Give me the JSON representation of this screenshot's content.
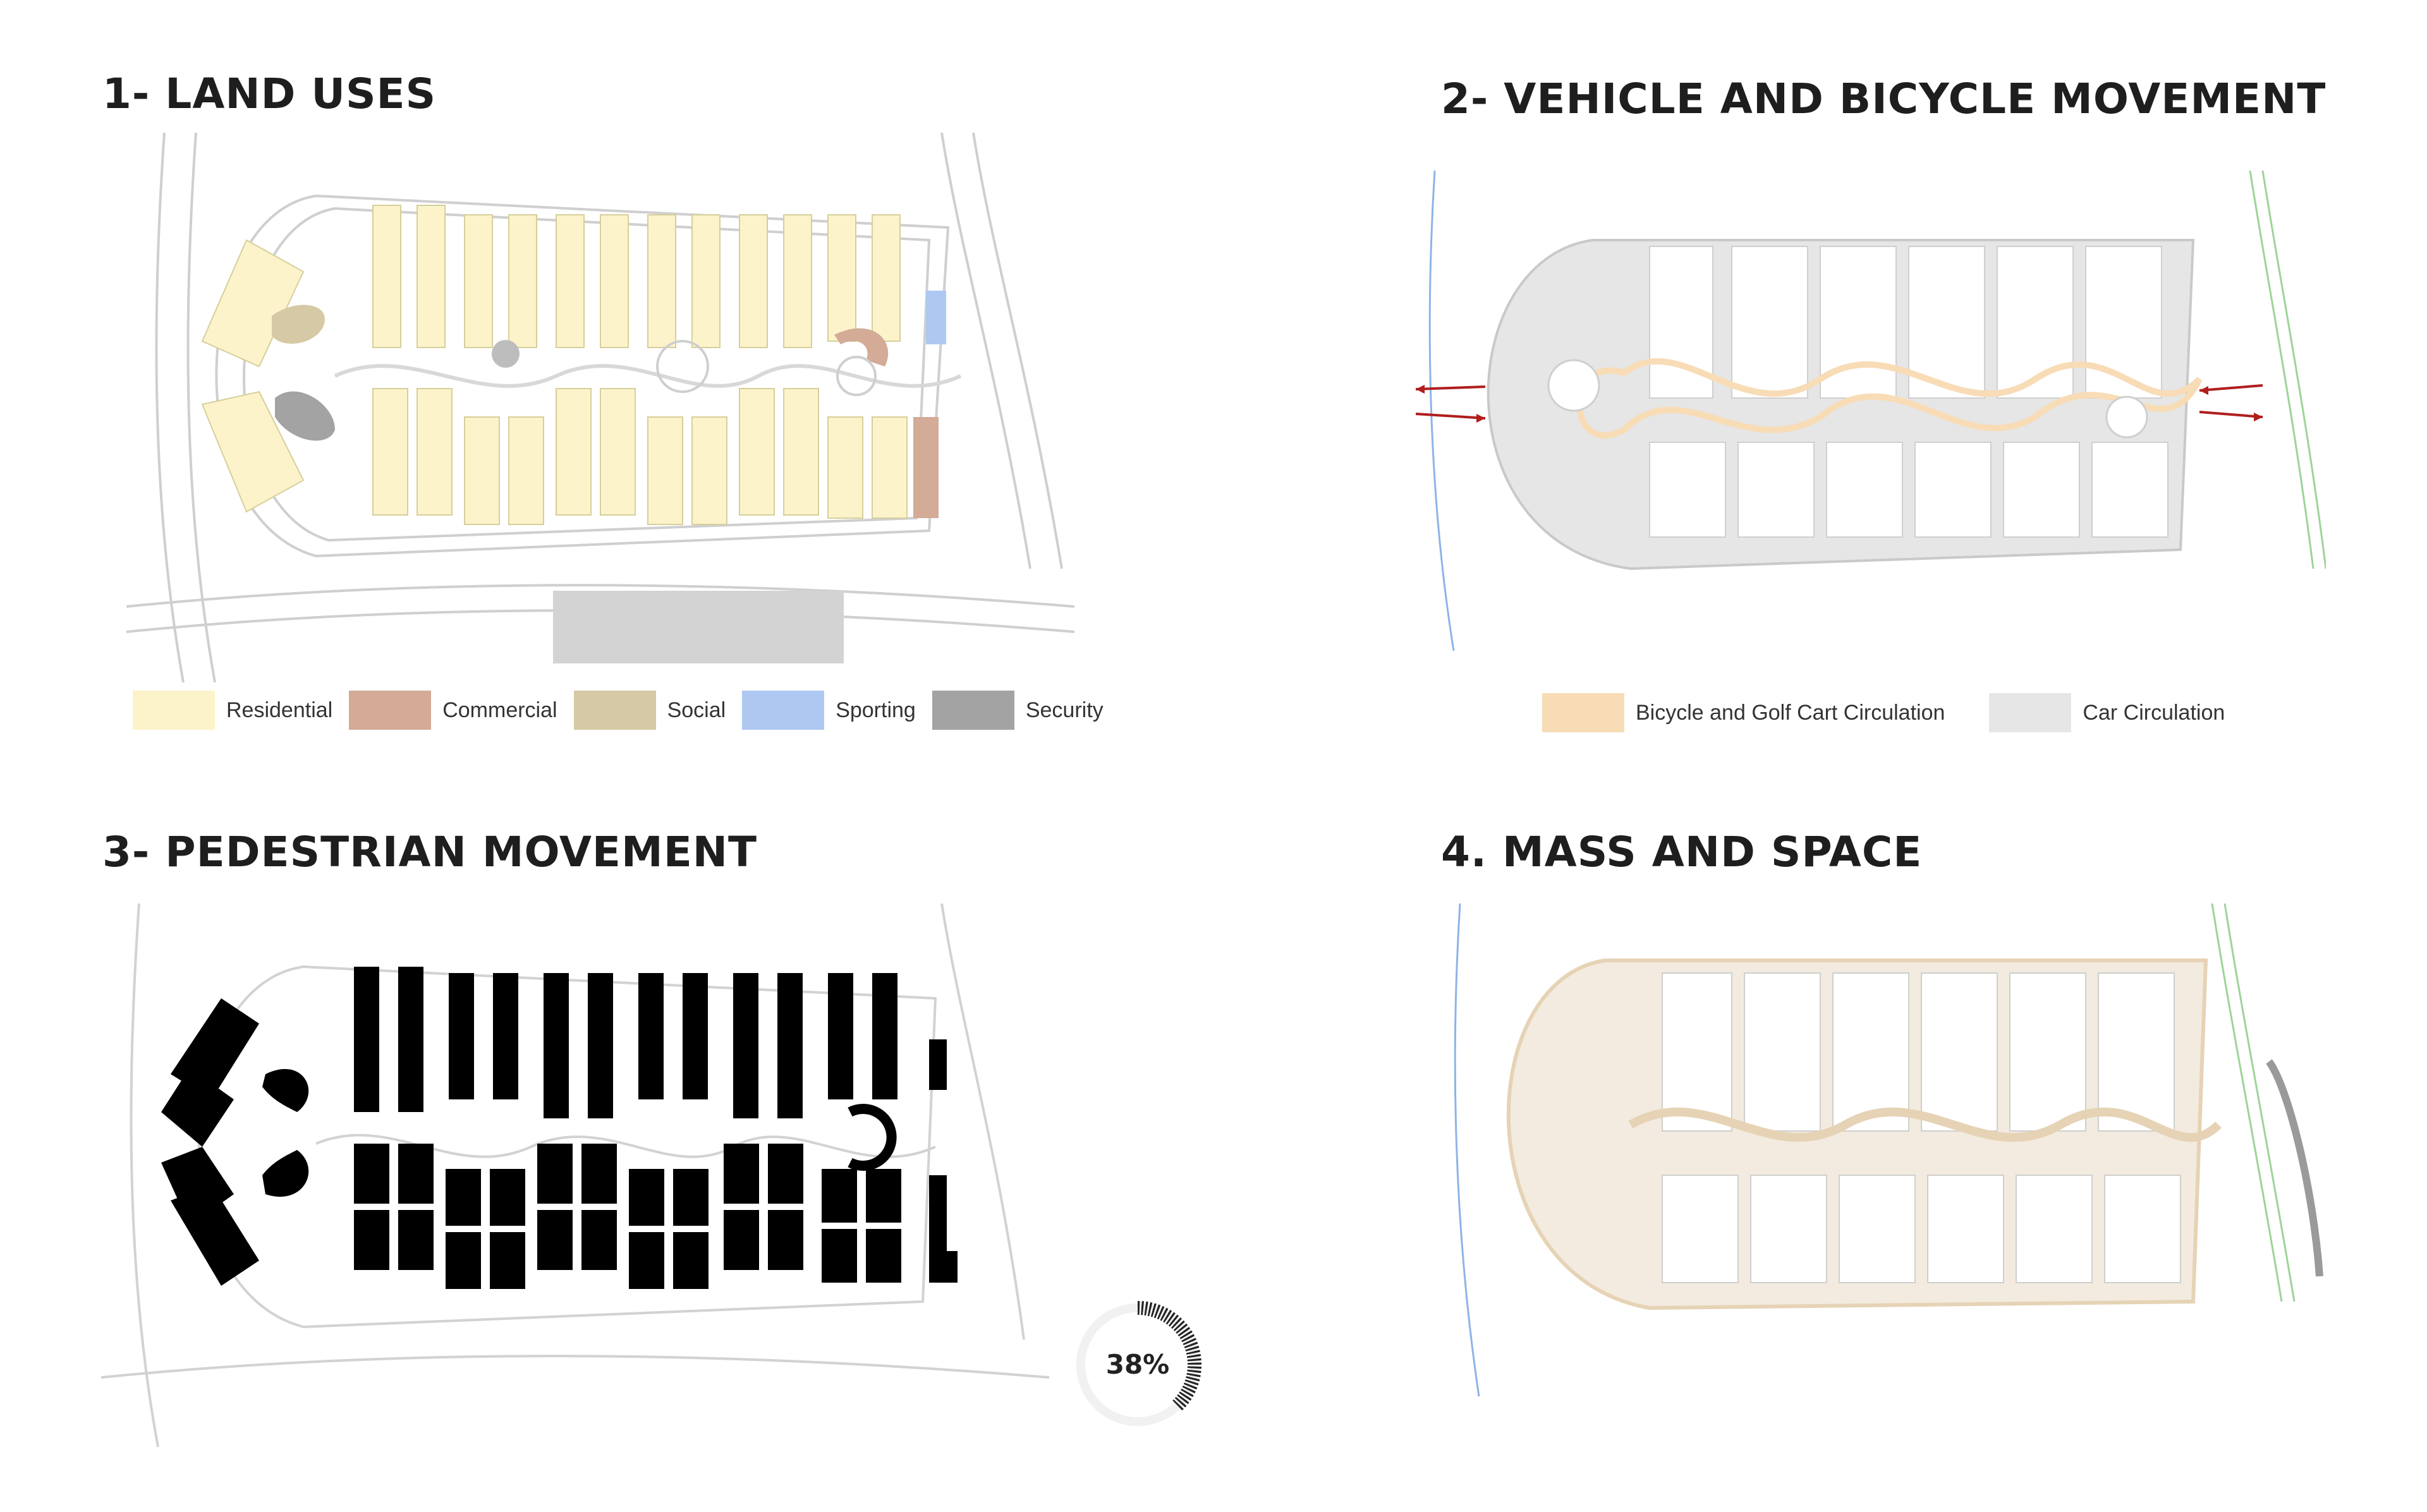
{
  "panels": [
    {
      "title": "1- LAND USES"
    },
    {
      "title": "2- VEHICLE AND BICYCLE MOVEMENT"
    },
    {
      "title": "3- PEDESTRIAN MOVEMENT"
    },
    {
      "title": "4. MASS AND SPACE"
    }
  ],
  "legend_land_use": [
    {
      "label": "Residential",
      "color": "#fcf3ca"
    },
    {
      "label": "Commercial",
      "color": "#d3ab97"
    },
    {
      "label": "Social",
      "color": "#d6c9a5"
    },
    {
      "label": "Sporting",
      "color": "#aec8f2"
    },
    {
      "label": "Security",
      "color": "#a3a3a3"
    }
  ],
  "legend_movement": [
    {
      "label": "Bicycle and Golf Cart Circulation",
      "color": "#f8dcb6"
    },
    {
      "label": "Car Circulation",
      "color": "#e6e6e6"
    }
  ],
  "built_ratio": {
    "label": "38%",
    "value": 38
  },
  "colors": {
    "arrow": "#b01e1e",
    "mass": "#000000",
    "path_tan": "#e6d3b5",
    "line": "#c9c9c9",
    "green_line": "#9ed39a",
    "blue_line": "#8db4e8"
  }
}
